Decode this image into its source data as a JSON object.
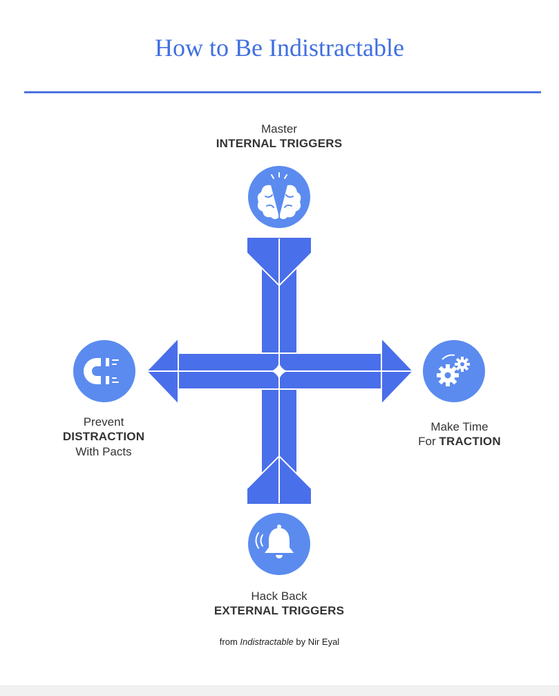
{
  "title": "How to Be Indistractable",
  "colors": {
    "accent": "#4d73e0",
    "arrow": "#4a6fea",
    "circle": "#5b8bef",
    "title": "#3f6fe0"
  },
  "nodes": {
    "top": {
      "pre": "Master",
      "bold": "INTERNAL TRIGGERS",
      "icon": "brain-icon"
    },
    "left": {
      "pre": "Prevent",
      "bold": "DISTRACTION",
      "post": "With Pacts",
      "icon": "magnet-icon"
    },
    "right": {
      "pre": "Make Time",
      "for": "For ",
      "bold": "TRACTION",
      "icon": "gears-icon"
    },
    "bottom": {
      "pre": "Hack Back",
      "bold": "EXTERNAL TRIGGERS",
      "icon": "bell-icon"
    }
  },
  "caption": {
    "prefix": "from ",
    "book": "Indistractable",
    "suffix": " by Nir Eyal"
  }
}
